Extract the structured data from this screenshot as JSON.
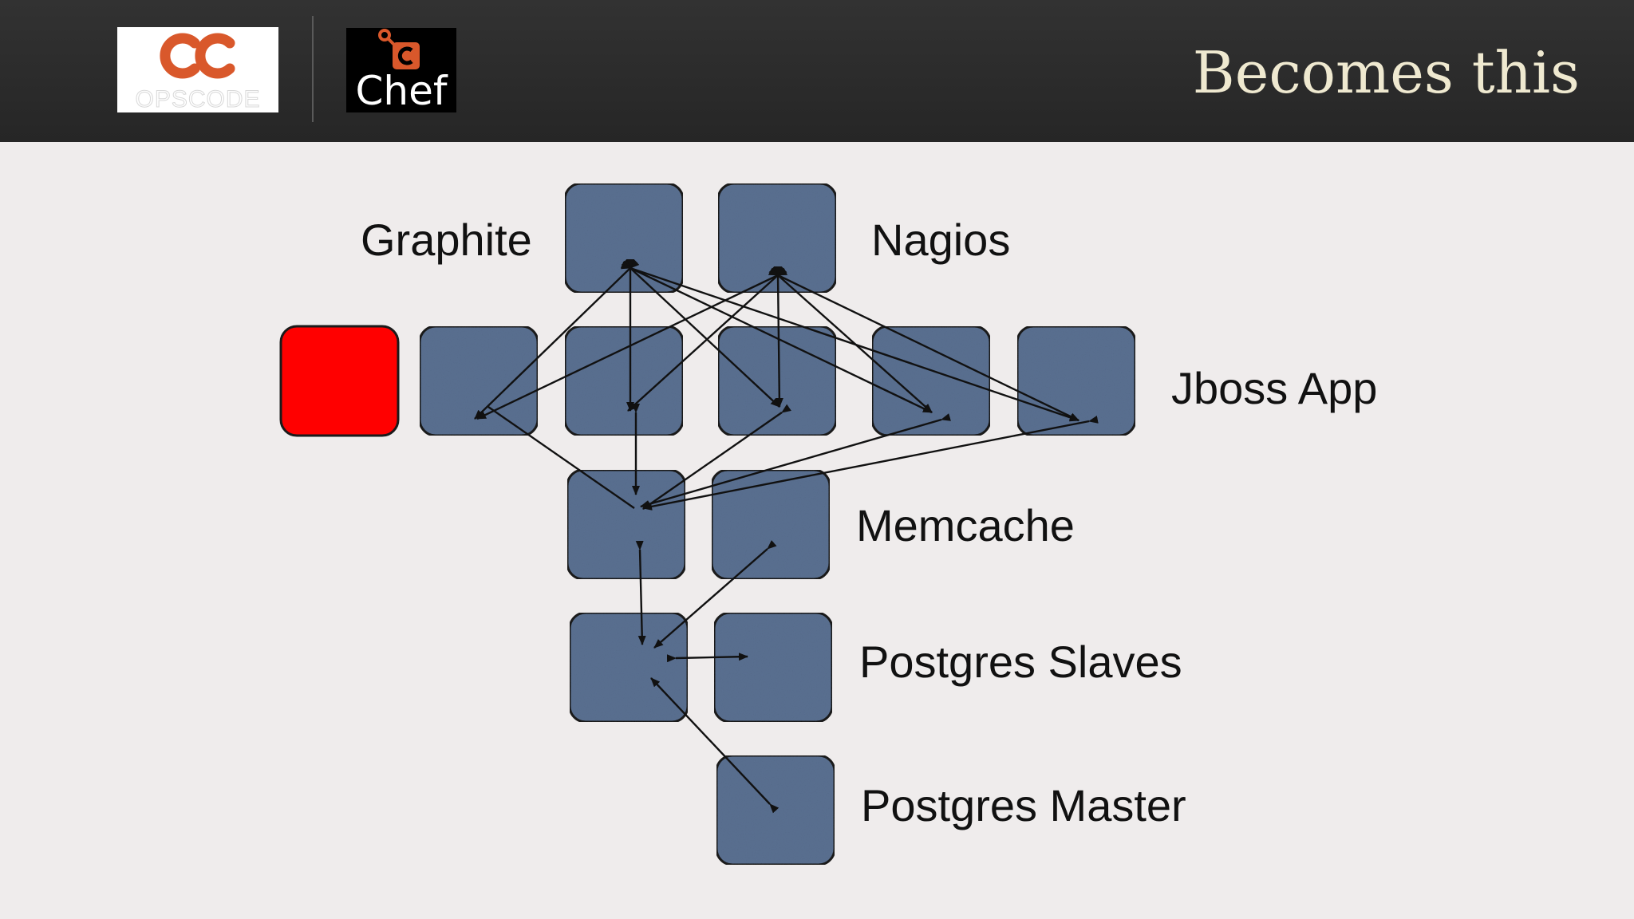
{
  "header": {
    "title": "Becomes this",
    "opscode_logo": {
      "wordmark": "OPSCODE"
    },
    "chef_logo": {
      "wordmark": "Chef"
    }
  },
  "diagram": {
    "labels": {
      "graphite": "Graphite",
      "nagios": "Nagios",
      "jboss": "Jboss App",
      "memcache": "Memcache",
      "pg_slaves": "Postgres Slaves",
      "pg_master": "Postgres Master"
    },
    "colors": {
      "node": "#5a7091",
      "node_border": "#1a1a1a",
      "failed_node": "#ff0000",
      "edge": "#111111",
      "accent": "#d9582b"
    }
  }
}
